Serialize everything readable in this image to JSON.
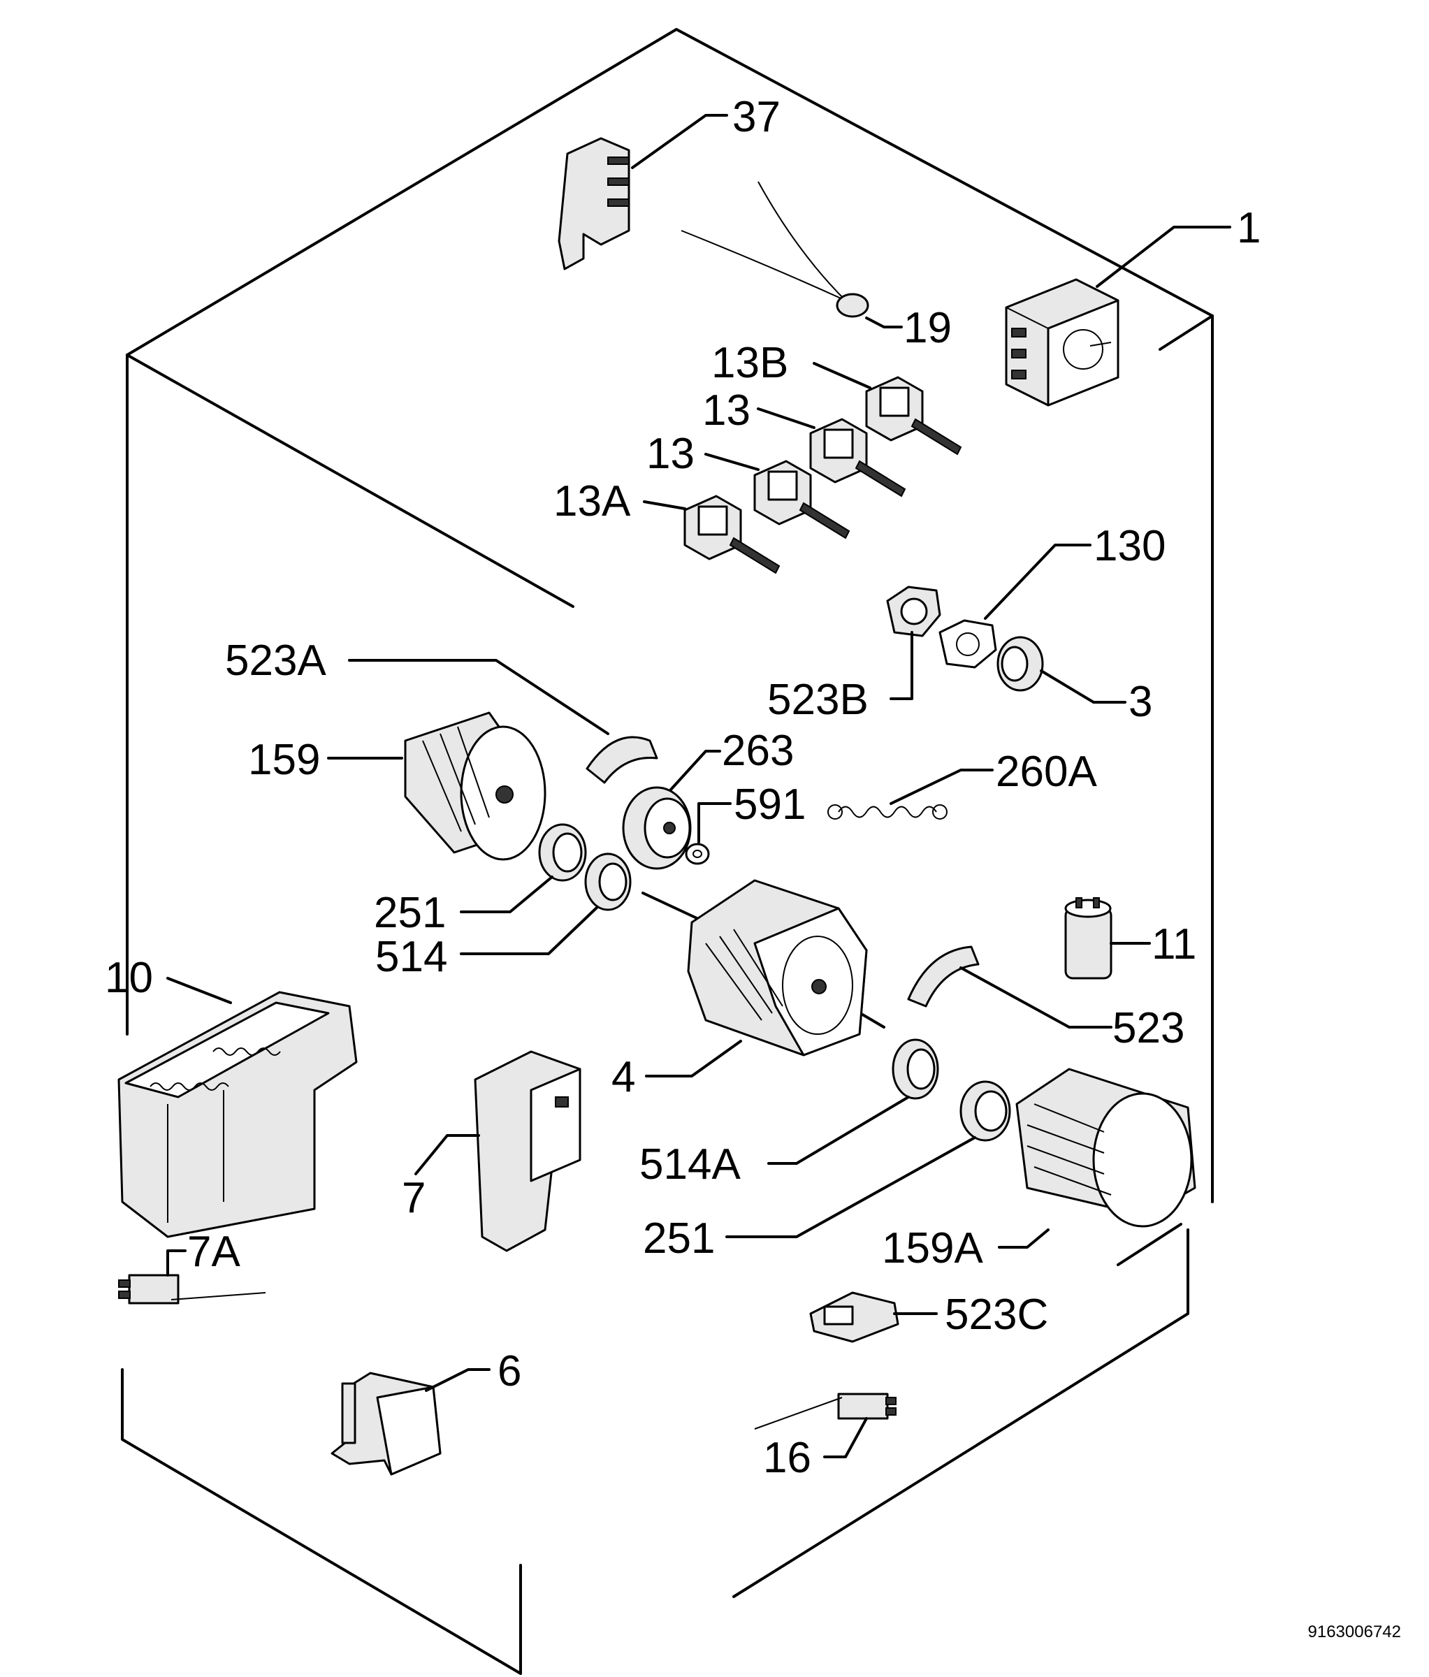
{
  "document_number": "9163006742",
  "labels": {
    "p37": "37",
    "p1": "1",
    "p19": "19",
    "p13B": "13B",
    "p13a": "13",
    "p13b": "13",
    "p13A": "13A",
    "p130": "130",
    "p523A": "523A",
    "p523B": "523B",
    "p3": "3",
    "p159": "159",
    "p263": "263",
    "p260A": "260A",
    "p591": "591",
    "p251a": "251",
    "p514": "514",
    "p11": "11",
    "p10": "10",
    "p523": "523",
    "p4": "4",
    "p514A": "514A",
    "p7": "7",
    "p251b": "251",
    "p159A": "159A",
    "p7A": "7A",
    "p523C": "523C",
    "p6": "6",
    "p16": "16"
  }
}
